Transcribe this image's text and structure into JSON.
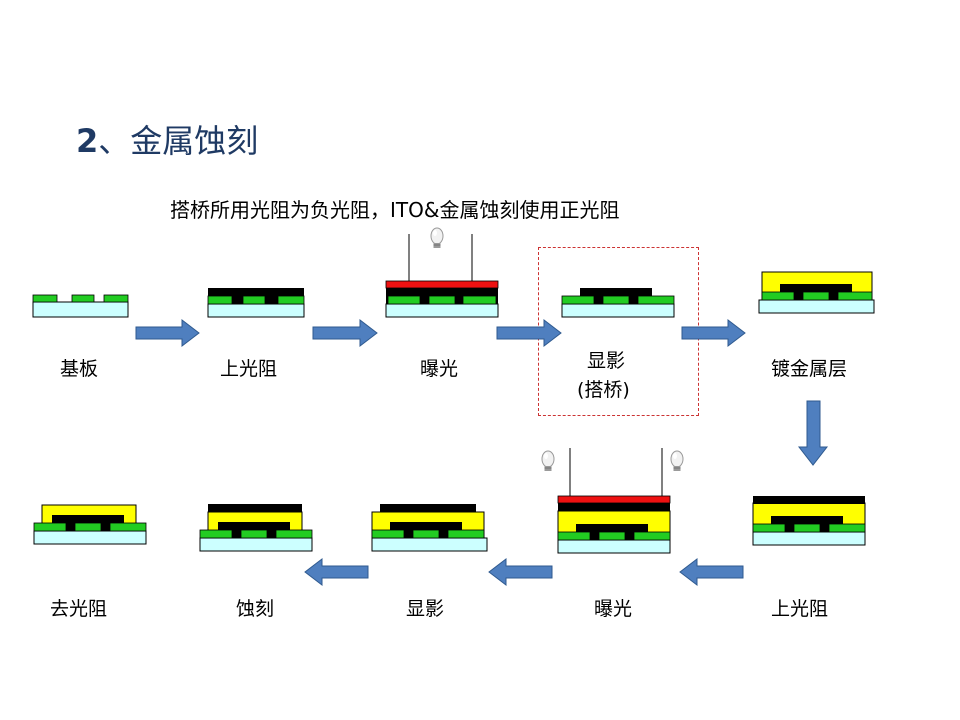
{
  "title": {
    "number": "2",
    "text": "、金属蚀刻"
  },
  "subtitle": "搭桥所用光阻为负光阻，ITO&金属蚀刻使用正光阻",
  "steps": {
    "s1": "基板",
    "s2": "上光阻",
    "s3": "曝光",
    "s4_line1": "显影",
    "s4_line2": "(搭桥)",
    "s5": "镀金属层",
    "s6": "上光阻",
    "s7": "曝光",
    "s8": "显影",
    "s9": "蚀刻",
    "s10": "去光阻"
  },
  "colors": {
    "substrate": "#ccffff",
    "ito_green": "#22cc22",
    "photoresist_black": "#000000",
    "metal_yellow": "#ffff00",
    "exposure_red": "#ee1111",
    "arrow_blue": "#4f7fbf",
    "highlight_dashed": "#cc3333",
    "title": "#1f3a64"
  },
  "icons": [
    "light-bulb-icon",
    "arrow-right-icon",
    "arrow-left-icon",
    "arrow-down-icon"
  ]
}
